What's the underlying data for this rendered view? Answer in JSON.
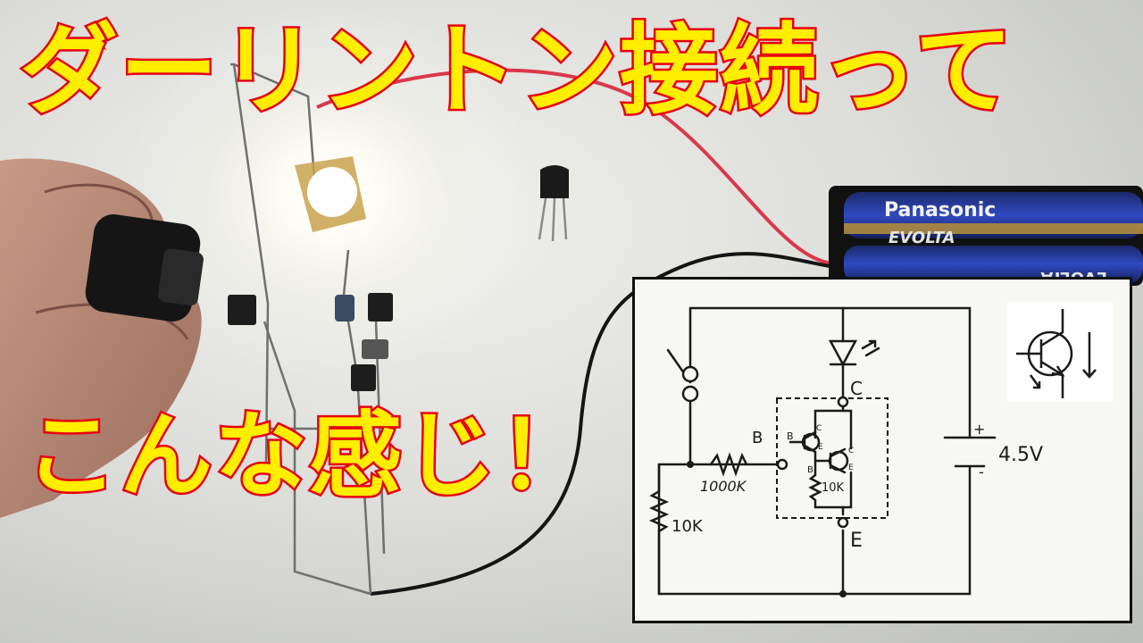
{
  "caption": {
    "line1": "ダーリントン接続って",
    "line2": "こんな感じ！"
  },
  "battery_label": {
    "brand": "Panasonic",
    "model": "EVOLTA",
    "model_mirrored": "EVOLTA"
  },
  "schematic": {
    "label_c": "C",
    "label_b": "B",
    "label_e": "E",
    "resistor_base": "1000K",
    "resistor_low": "10K",
    "resistor_inner": "10K",
    "pin_b1": "B",
    "pin_c1": "C",
    "pin_e1": "E",
    "pin_b2": "B",
    "pin_c2": "C",
    "pin_e2": "E",
    "plus": "+",
    "minus": "-",
    "voltage": "4.5V"
  },
  "colors": {
    "caption_fill": "#ffee00",
    "caption_stroke": "#e60012",
    "inset_border": "#111111",
    "paper": "#f7f7f4",
    "ink": "#1a1a1a"
  },
  "icons": [
    "finger-photo",
    "led-light-glow",
    "transistor-icon",
    "battery-holder-icon",
    "pnp-transistor-symbol-icon"
  ]
}
